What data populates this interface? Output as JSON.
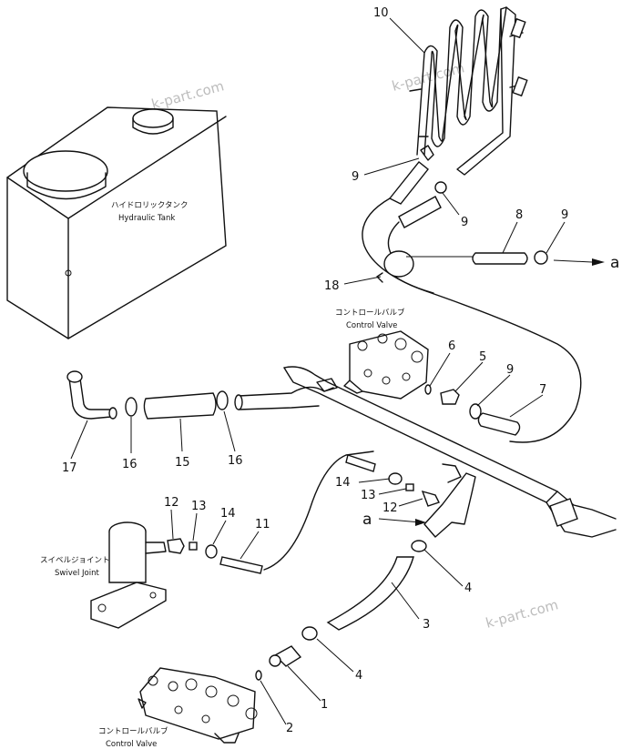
{
  "watermarks": [
    "k-part.com",
    "k-part.com",
    "k-part.com"
  ],
  "components": {
    "hydraulic_tank": {
      "label_jp": "ハイドロリックタンク",
      "label_en": "Hydraulic Tank"
    },
    "control_valve_upper": {
      "label_jp": "コントロールバルブ",
      "label_en": "Control Valve"
    },
    "swivel_joint": {
      "label_jp": "スイベルジョイント",
      "label_en": "Swivel Joint"
    },
    "control_valve_lower": {
      "label_jp": "コントロールバルブ",
      "label_en": "Control Valve"
    }
  },
  "connection_letters": {
    "top_right": "a",
    "middle": "a"
  },
  "callouts": {
    "n10": "10",
    "n9a": "9",
    "n9b": "9",
    "n8": "8",
    "n9c": "9",
    "n18": "18",
    "n6": "6",
    "n5": "5",
    "n9d": "9",
    "n7": "7",
    "n17": "17",
    "n16a": "16",
    "n15": "15",
    "n16b": "16",
    "n14a": "14",
    "n13a": "13",
    "n12a": "12",
    "n12b": "12",
    "n13b": "13",
    "n14b": "14",
    "n11": "11",
    "n4a": "4",
    "n3": "3",
    "n4b": "4",
    "n1": "1",
    "n2": "2"
  },
  "icons": {
    "arrow": "arrow-icon"
  }
}
